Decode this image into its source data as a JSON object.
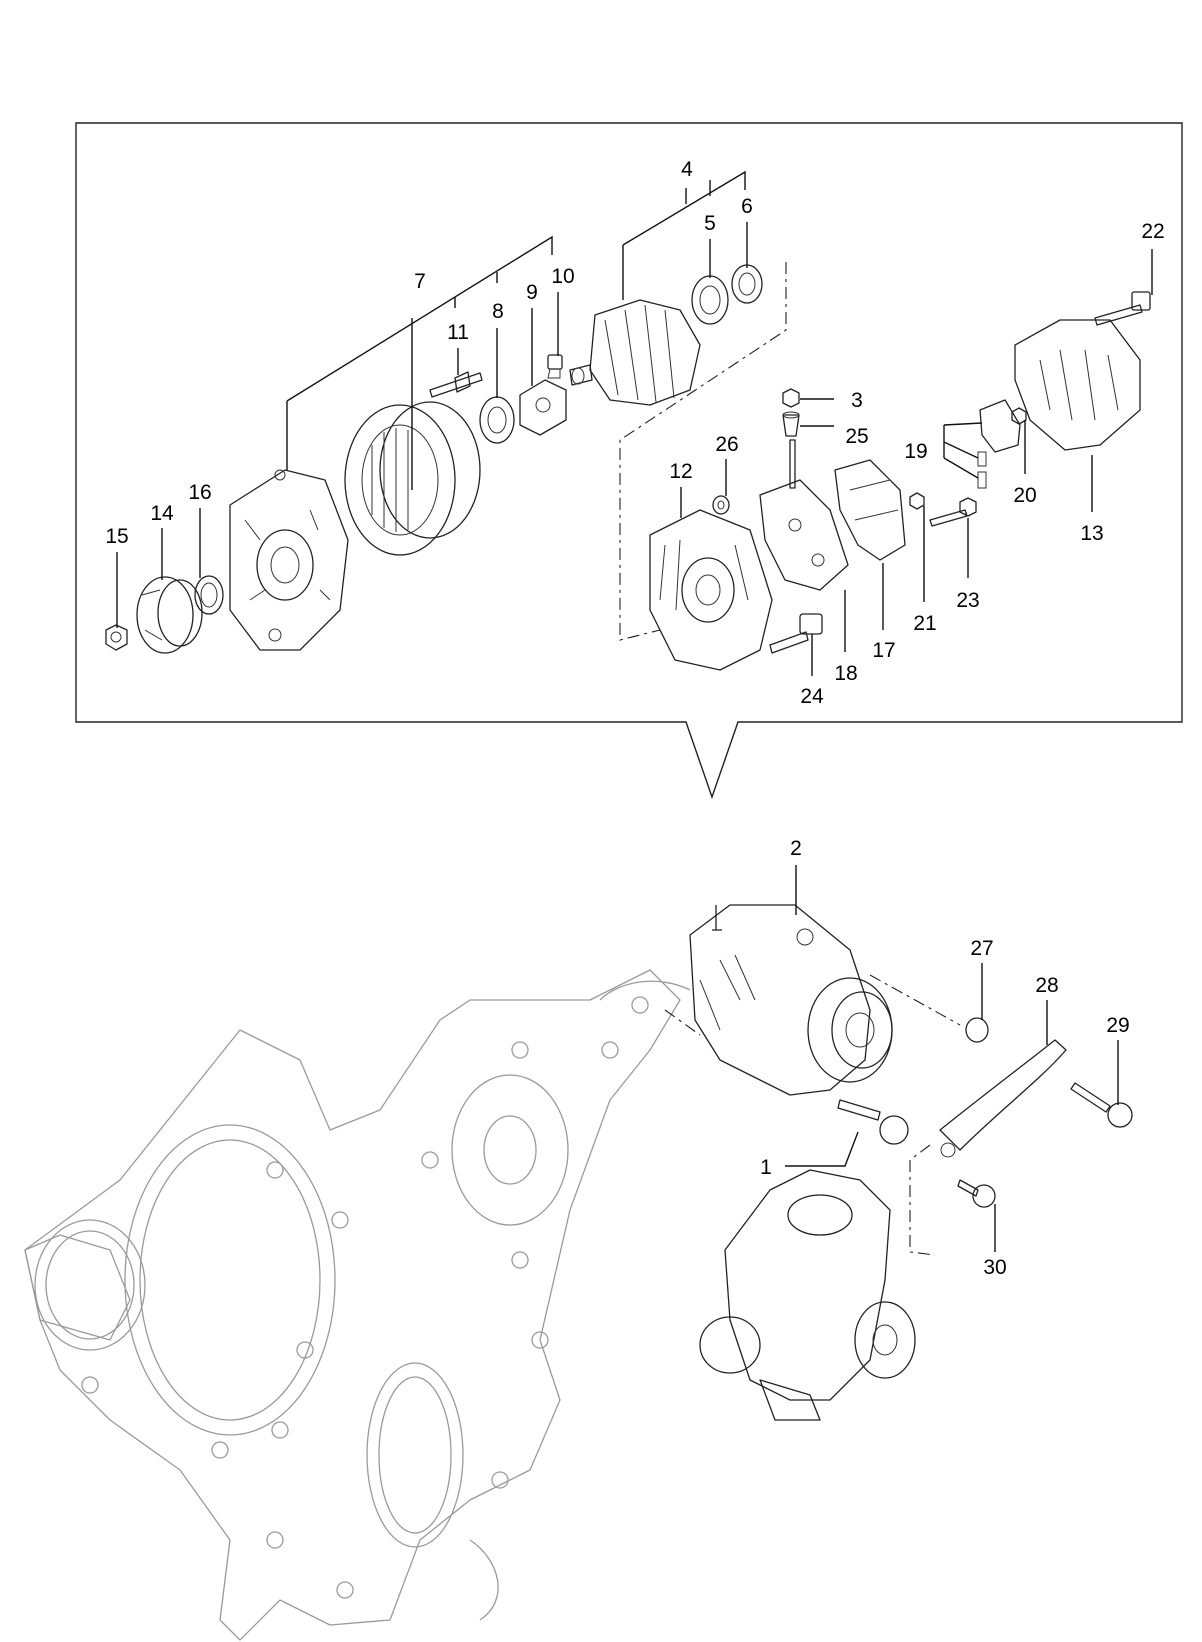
{
  "diagram": {
    "callouts": [
      "1",
      "2",
      "3",
      "4",
      "5",
      "6",
      "7",
      "8",
      "9",
      "10",
      "11",
      "12",
      "13",
      "14",
      "15",
      "16",
      "17",
      "18",
      "19",
      "20",
      "21",
      "22",
      "23",
      "24",
      "25",
      "26",
      "27",
      "28",
      "29",
      "30"
    ]
  }
}
